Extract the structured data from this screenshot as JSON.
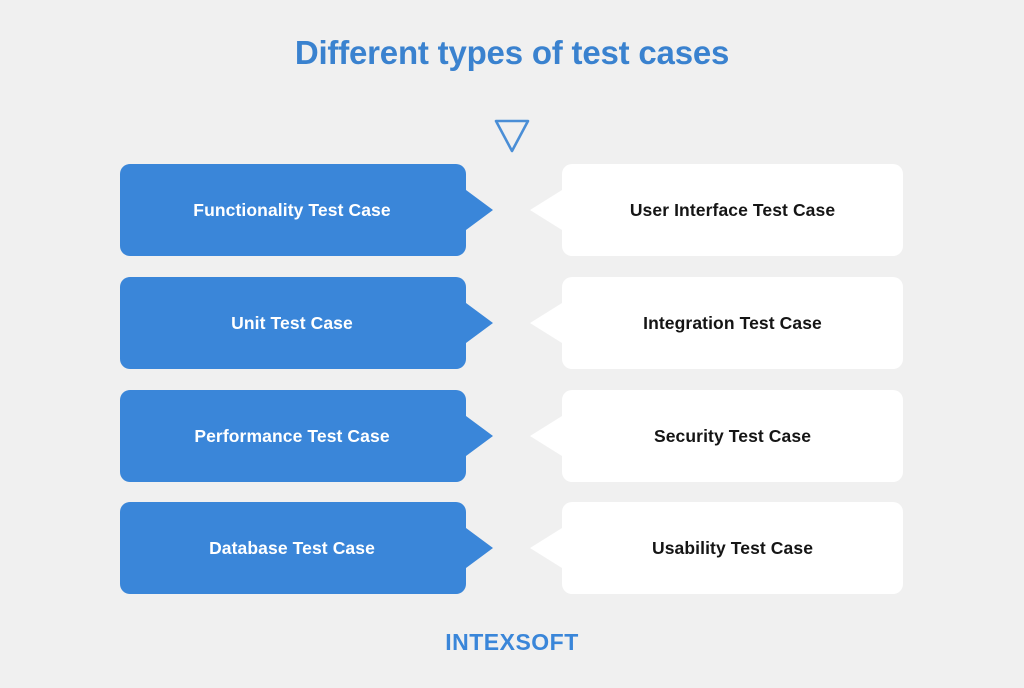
{
  "background_color": "#f0f0f0",
  "accent_color": "#3a86d9",
  "title_color": "#3a82cf",
  "title": "Different types of test cases",
  "marker": {
    "icon": "triangle-down-outline-icon",
    "color": "#4a8ed6"
  },
  "rows": [
    {
      "left_label": "Functionality Test Case",
      "right_label": "User Interface Test Case"
    },
    {
      "left_label": "Unit Test Case",
      "right_label": "Integration Test Case"
    },
    {
      "left_label": "Performance Test Case",
      "right_label": "Security Test Case"
    },
    {
      "left_label": "Database Test Case",
      "right_label": "Usability Test Case"
    }
  ],
  "logo": {
    "text": "INTEXSOFT",
    "color": "#3a86d9"
  }
}
